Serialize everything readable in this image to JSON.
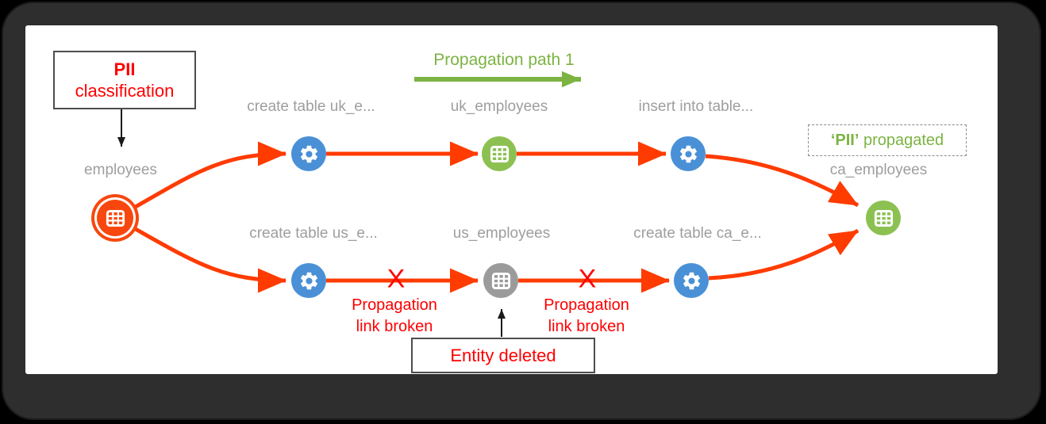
{
  "colors": {
    "edge_orange": "#FF3B00",
    "highlight_orange": "#F8470E",
    "process_blue": "#4A90D6",
    "table_green": "#8CC152",
    "deleted_gray": "#9B9B9B",
    "label_gray": "#9E9E9E",
    "alert_red": "#FF0000",
    "propagate_green": "#7CB342"
  },
  "nodes": [
    {
      "id": "employees",
      "label": "employees",
      "type": "table",
      "status": "classified"
    },
    {
      "id": "create-table-uk",
      "label": "create table uk_e...",
      "type": "process"
    },
    {
      "id": "uk-employees",
      "label": "uk_employees",
      "type": "table"
    },
    {
      "id": "insert-into-table",
      "label": "insert into table...",
      "type": "process"
    },
    {
      "id": "create-table-us",
      "label": "create table us_e...",
      "type": "process"
    },
    {
      "id": "us-employees",
      "label": "us_employees",
      "type": "table",
      "status": "deleted"
    },
    {
      "id": "create-table-ca",
      "label": "create table ca_e...",
      "type": "process"
    },
    {
      "id": "ca-employees",
      "label": "ca_employees",
      "type": "table",
      "status": "propagated"
    }
  ],
  "annotations": {
    "pii_box": {
      "title": "PII",
      "subtitle": "classification"
    },
    "propagation_path_label": "Propagation path 1",
    "pii_propagated": {
      "tag": "‘PII’",
      "text": " propagated"
    },
    "entity_deleted_label": "Entity deleted",
    "link_broken": {
      "mark": "X",
      "line1": "Propagation",
      "line2": "link broken"
    }
  }
}
